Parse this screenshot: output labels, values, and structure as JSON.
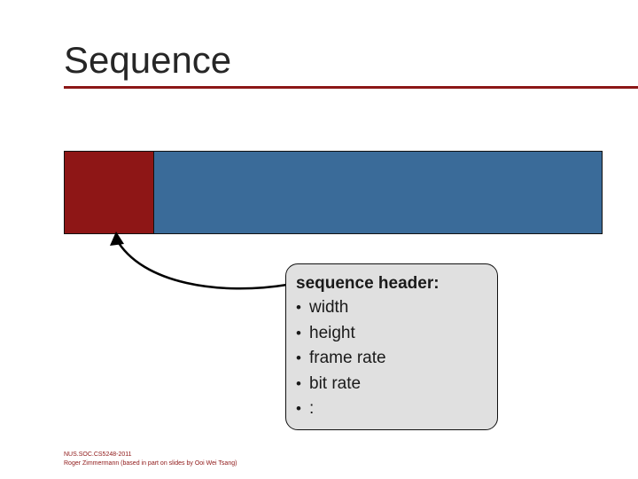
{
  "slide": {
    "title": "Sequence",
    "accent_color": "#8c1717",
    "bar": {
      "header_segment_color": "#8e1616",
      "body_segment_color": "#3a6b99",
      "header_segment_label": "",
      "body_segment_label": ""
    },
    "callout": {
      "title": "sequence header:",
      "items": [
        "width",
        "height",
        "frame rate",
        "bit rate",
        ":"
      ],
      "background_color": "#e0e0e0"
    },
    "footer": {
      "line1": "NUS.SOC.CS5248-2011",
      "line2": "Roger Zimmermann (based in part on slides by Ooi Wei Tsang)"
    }
  }
}
